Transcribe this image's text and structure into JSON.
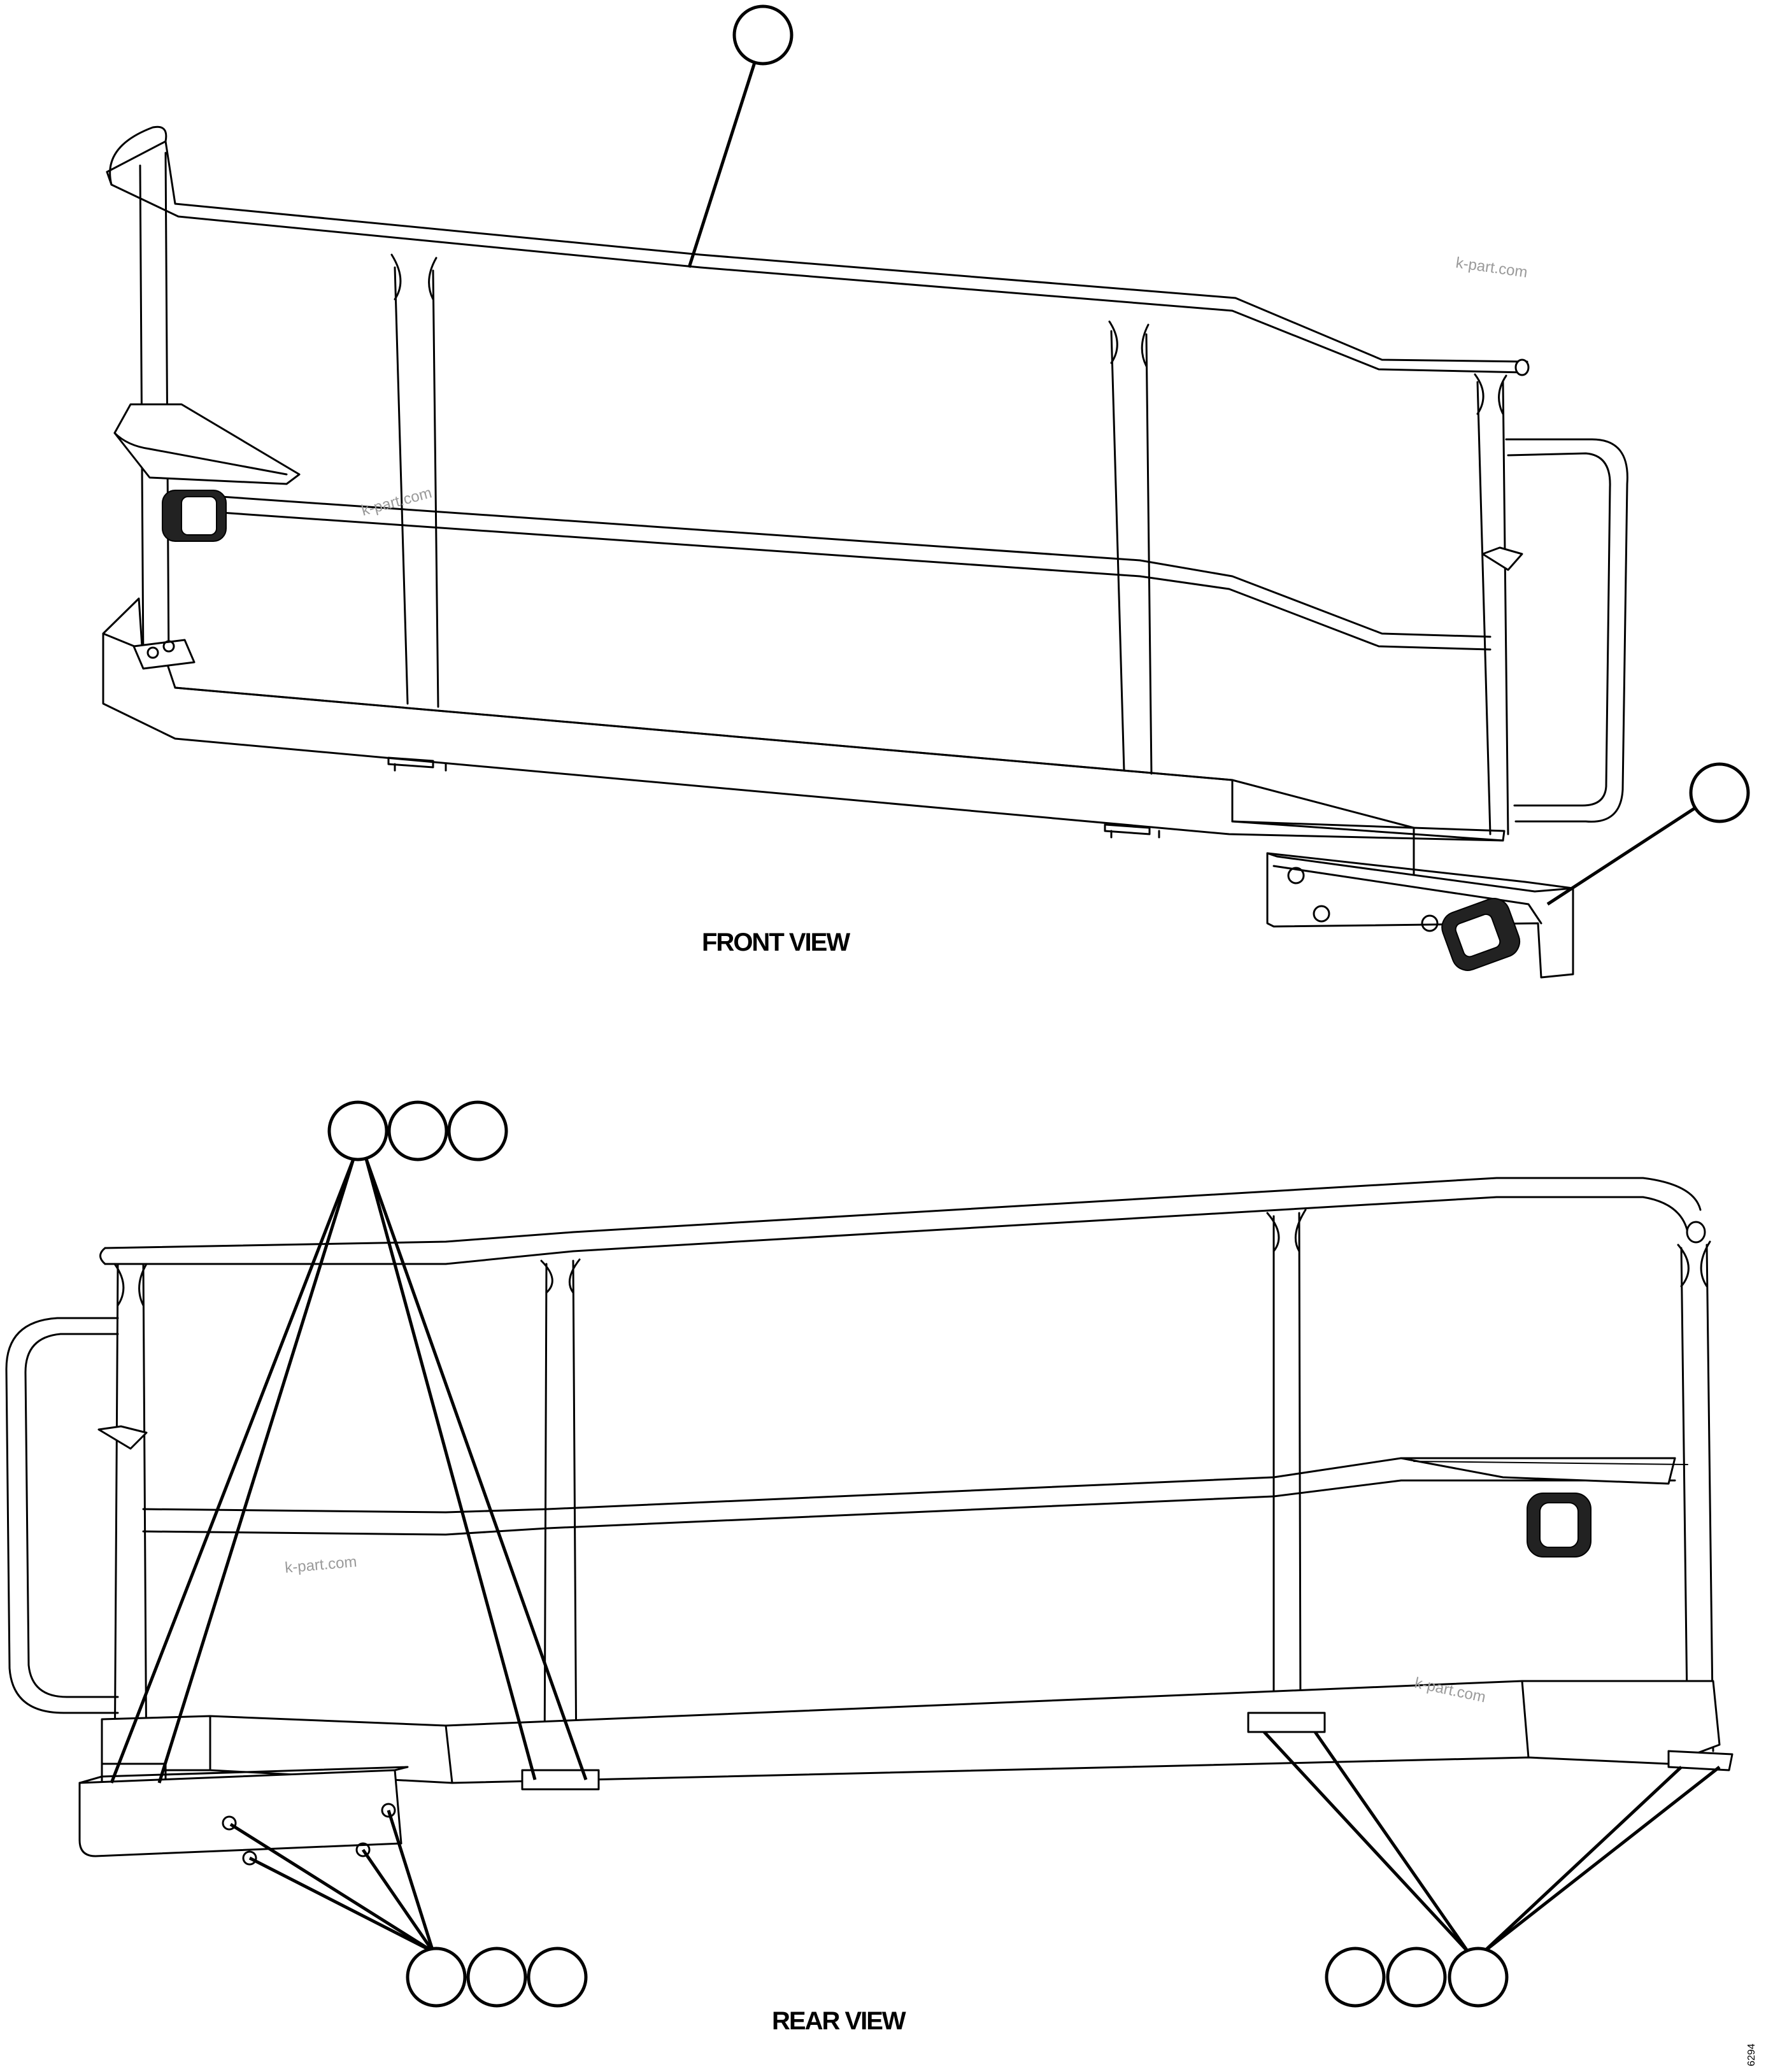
{
  "diagram": {
    "views": [
      {
        "label": "FRONT VIEW"
      },
      {
        "label": "REAR VIEW"
      }
    ],
    "watermarks": [
      "k-part.com",
      "k-part.com",
      "k-part.com",
      "k-part.com"
    ],
    "drawing_code": "6294",
    "callout_bubble_count": 11
  }
}
